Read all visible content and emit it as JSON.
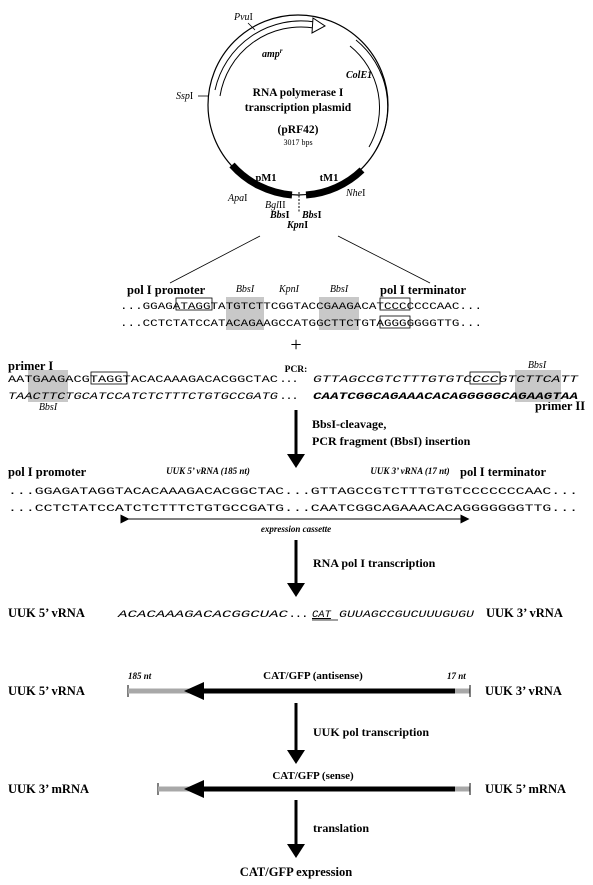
{
  "plasmid": {
    "title_line1": "RNA polymerase I",
    "title_line2": "transcription plasmid",
    "name": "(pRF42)",
    "size": "3017 bps",
    "sites": {
      "pvu": "Pvu",
      "pvu_suffix": "I",
      "ssp": "Ssp",
      "ssp_suffix": "I",
      "colE1": "ColE1",
      "amp": "amp",
      "amp_sup": "r",
      "apa": "Apa",
      "apa_suffix": "I",
      "bgl": "Bgl",
      "bgl_suffix": "II",
      "nhe": "Nhe",
      "nhe_suffix": "I",
      "bbs": "Bbs",
      "bbs_suffix": "I",
      "kpn": "Kpn",
      "kpn_suffix": "I"
    },
    "pM1": "pM1",
    "tM1": "tM1"
  },
  "insert": {
    "pol_promoter": "pol I promoter",
    "pol_terminator": "pol I terminator",
    "bbs1_label": "BbsI",
    "kpn_label": "KpnI",
    "bbs2_label": "BbsI",
    "seq_top": "...GGAGATAGGTATGTCTTCGGTACCGAAGACATCCCCCCCAAC...",
    "seq_bottom": "...CCTCTATCCATACAGAAGCCATGGCTTCTGTAGGGGGGGTTG..."
  },
  "pcr": {
    "plus": "+",
    "pcr_label": "PCR:",
    "primer1": "primer I",
    "primer2": "primer II",
    "bbs_top_right": "BbsI",
    "bbs_bottom_left": "BbsI",
    "seq_top_left": "AATGAAGACGTAGGTACACAAAGACACGGCTAC",
    "seq_top_dots": "...",
    "seq_top_right": "GTTAGCCGTCTTTGTGTCCCCGTCTTCATT",
    "seq_bottom_left": "TAACTTCTGCATCCATCTCTTTCTGTGCCGATG",
    "seq_bottom_dots": "...",
    "seq_bottom_right": "CAATCGGCAGAAACACAGGGGGCAGAAGTAA"
  },
  "step1": {
    "line1": "BbsI-cleavage,",
    "line2": "PCR fragment (BbsI) insertion"
  },
  "cassette": {
    "pol_promoter": "pol I promoter",
    "pol_terminator": "pol I terminator",
    "uuk5_label": "UUK 5’ vRNA (185 nt)",
    "uuk3_label": "UUK 3’ vRNA (17 nt)",
    "seq_top": "...GGAGATAGGTACACAAAGACACGGCTAC...GTTAGCCGTCTTTGTGTCCCCCCCAAC...",
    "seq_bottom": "...CCTCTATCCATCTCTTTCTGTGCCGATG...CAATCGGCAGAAACACAGGGGGGGTTG...",
    "expression": "expression cassette"
  },
  "step2": {
    "label": "RNA pol I transcription"
  },
  "vrna": {
    "left": "UUK 5’ vRNA",
    "seq_a": "ACACAAAGACACGGCUAC",
    "dots": "...",
    "seq_cat": "CAT",
    "seq_b": "GUUAGCCGUCUUUGUGU",
    "right": "UUK 3’ vRNA"
  },
  "antisense": {
    "left": "UUK 5’ vRNA",
    "nt185": "185 nt",
    "gene": "CAT/GFP (antisense)",
    "nt17": "17 nt",
    "right": "UUK 3’ vRNA"
  },
  "step3": {
    "label": "UUK pol transcription"
  },
  "sense": {
    "left": "UUK 3’ mRNA",
    "gene": "CAT/GFP (sense)",
    "right": "UUK 5’ mRNA"
  },
  "step4": {
    "label": "translation"
  },
  "final": {
    "label": "CAT/GFP expression"
  },
  "colors": {
    "shade": "#c8c8c8",
    "grey_bar": "#a8a8a8"
  }
}
